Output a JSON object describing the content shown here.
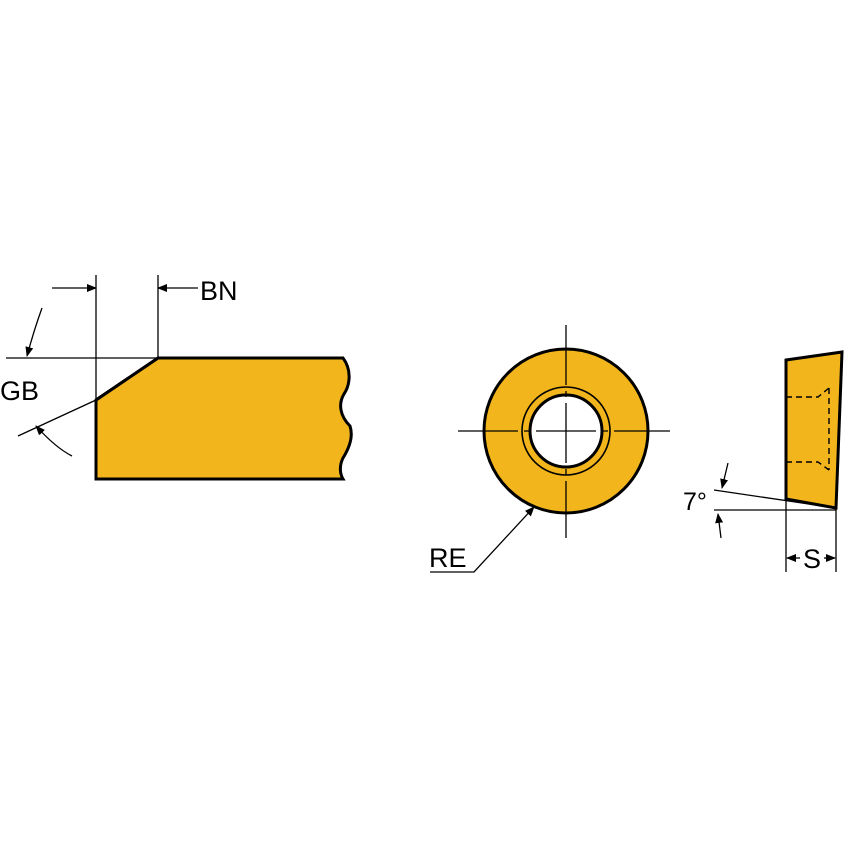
{
  "diagram": {
    "insert_color": "#F2B51C",
    "outline_color": "#000000",
    "labels": {
      "bn": "BN",
      "gb": "GB",
      "re": "RE",
      "angle": "7°",
      "s": "S"
    }
  }
}
